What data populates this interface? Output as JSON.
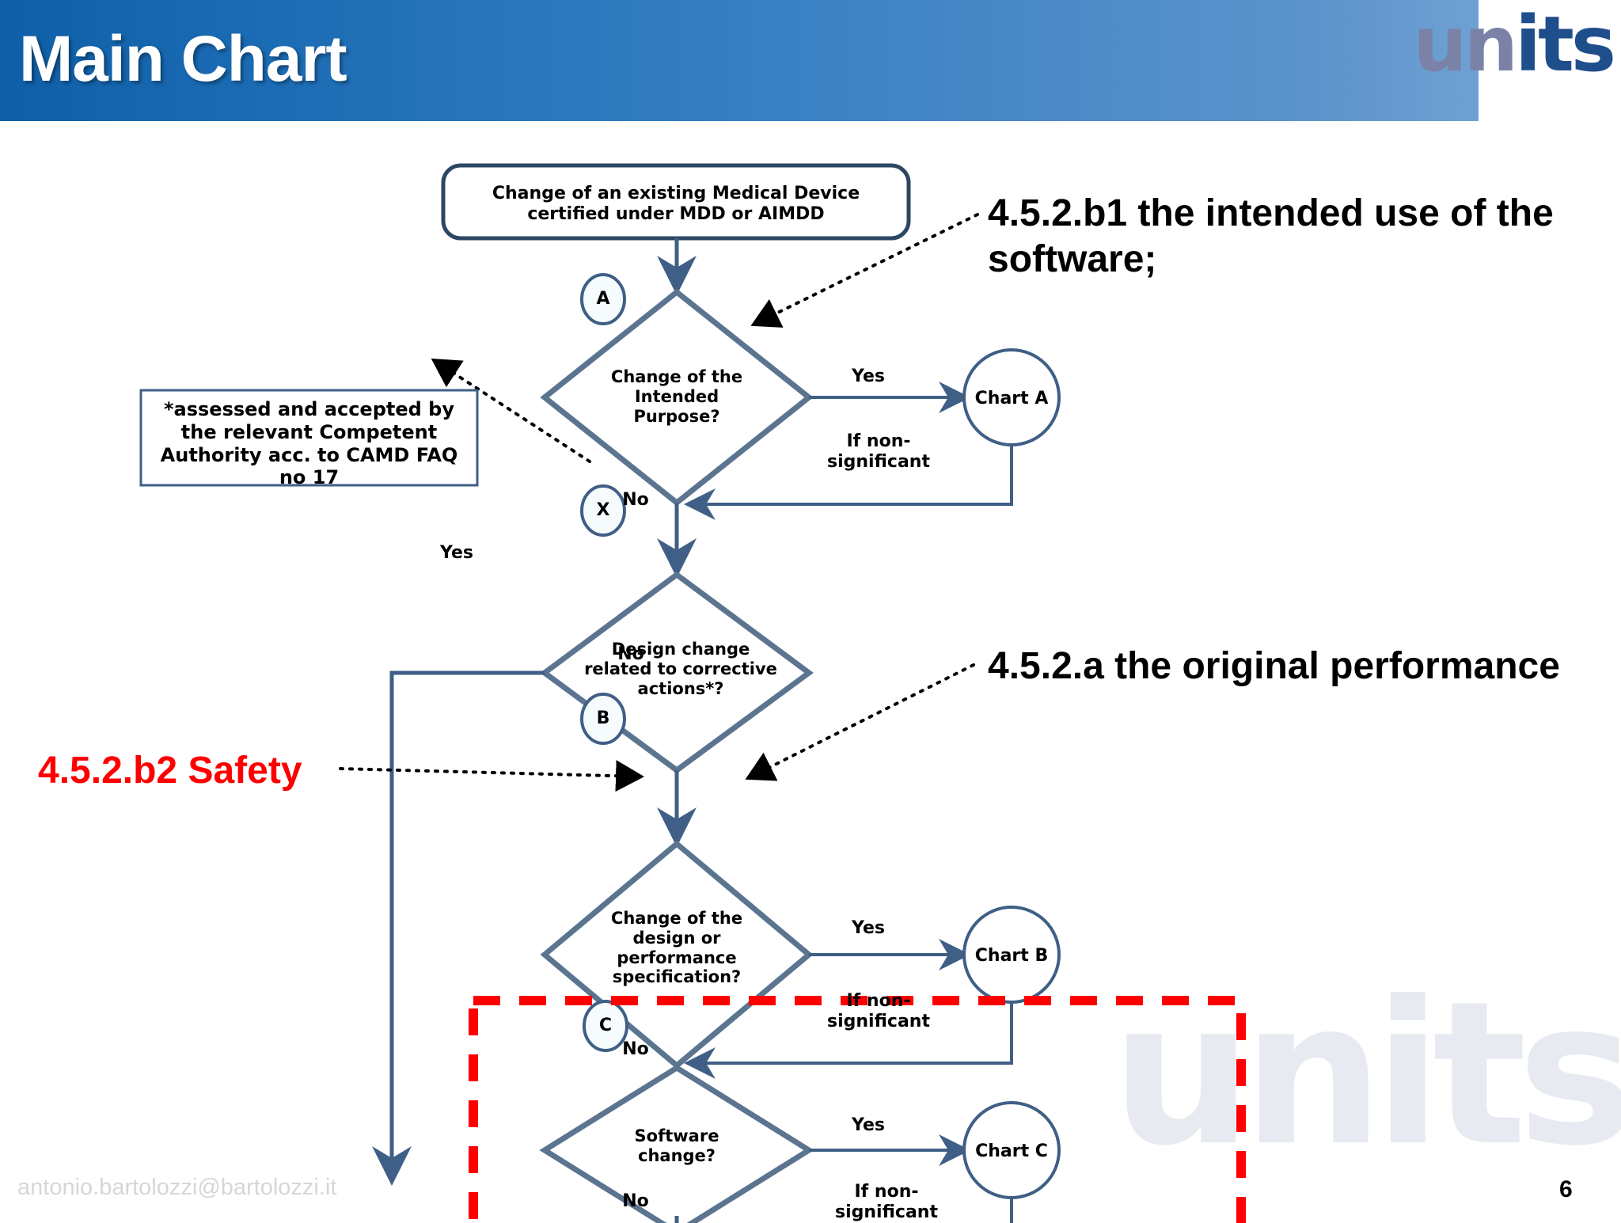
{
  "header": {
    "title": "Main Chart",
    "logo_part1": "un",
    "logo_part2": "its"
  },
  "watermark": "units",
  "footer": {
    "email": "antonio.bartolozzi@bartolozzi.it",
    "page_number": "6"
  },
  "chart_data": {
    "type": "diagram",
    "title": "Main Chart",
    "nodes": [
      {
        "id": "start",
        "shape": "rounded-rect",
        "text": "Change of an existing Medical Device\ncertified under MDD or AIMDD"
      },
      {
        "id": "tagA",
        "shape": "circle-tag",
        "text": "A"
      },
      {
        "id": "decA",
        "shape": "diamond",
        "text": "Change of the\nIntended\nPurpose?"
      },
      {
        "id": "chartA",
        "shape": "circle",
        "text": "Chart A"
      },
      {
        "id": "tagX",
        "shape": "circle-tag",
        "text": "X"
      },
      {
        "id": "decX",
        "shape": "diamond",
        "text": "Design change\nrelated  to corrective\nactions*?"
      },
      {
        "id": "tagB",
        "shape": "circle-tag",
        "text": "B"
      },
      {
        "id": "decB",
        "shape": "diamond",
        "text": "Change of the\ndesign or\nperformance\nspecification?"
      },
      {
        "id": "chartB",
        "shape": "circle",
        "text": "Chart B"
      },
      {
        "id": "tagC",
        "shape": "circle-tag",
        "text": "C"
      },
      {
        "id": "decC",
        "shape": "diamond",
        "text": "Software\nchange?"
      },
      {
        "id": "chartC",
        "shape": "circle",
        "text": "Chart C"
      }
    ],
    "edge_labels": [
      {
        "id": "yesA",
        "text": "Yes"
      },
      {
        "id": "noA",
        "text": "No"
      },
      {
        "id": "nonsigA",
        "text": "If non-\nsignificant"
      },
      {
        "id": "yesX",
        "text": "Yes"
      },
      {
        "id": "noX",
        "text": "No"
      },
      {
        "id": "yesB",
        "text": "Yes"
      },
      {
        "id": "noB",
        "text": "No"
      },
      {
        "id": "nonsigB",
        "text": "If non-\nsignificant"
      },
      {
        "id": "yesC",
        "text": "Yes"
      },
      {
        "id": "noC",
        "text": "No"
      },
      {
        "id": "nonsigC",
        "text": "If non-\nsignificant"
      }
    ],
    "notes": [
      {
        "id": "footnote",
        "text": "*assessed and  accepted by\nthe  relevant Competent\nAuthority acc. to  CAMD FAQ\nno 17"
      }
    ],
    "annotations": [
      {
        "id": "ann-b1",
        "text": "4.5.2.b1 the intended use of the\nsoftware;",
        "color": "#000000",
        "points_to": "decA"
      },
      {
        "id": "ann-a",
        "text": "4.5.2.a the original performance",
        "color": "#000000",
        "points_to": "decB"
      },
      {
        "id": "ann-b2",
        "text": "4.5.2.b2 Safety",
        "color": "#ff0000",
        "points_to": "decB"
      }
    ],
    "highlight": {
      "id": "red-dashed-box",
      "color": "#ff0000",
      "style": "dashed",
      "encloses": [
        "tagC",
        "decC",
        "chartC"
      ]
    },
    "colors": {
      "shape_stroke": "#5b7490",
      "connector": "#3f5f86",
      "header_gradient_start": "#0f5fa8",
      "header_gradient_end": "#6fa0d2",
      "highlight": "#ff0000",
      "watermark": "#e7eaf0"
    }
  }
}
